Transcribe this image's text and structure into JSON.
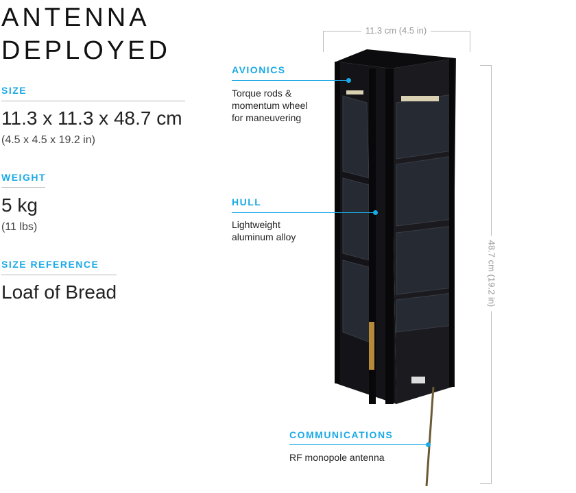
{
  "title": {
    "line1": "ANTENNA",
    "line2": "DEPLOYED"
  },
  "specs": {
    "size": {
      "label": "SIZE",
      "value": "11.3 x 11.3 x 48.7 cm",
      "sub": "(4.5 x 4.5 x 19.2 in)"
    },
    "weight": {
      "label": "WEIGHT",
      "value": "5 kg",
      "sub": "(11 lbs)"
    },
    "reference": {
      "label": "SIZE REFERENCE",
      "value": "Loaf of Bread"
    }
  },
  "callouts": {
    "avionics": {
      "label": "AVIONICS",
      "lines": [
        "Torque rods &",
        "momentum wheel",
        "for maneuvering"
      ]
    },
    "hull": {
      "label": "HULL",
      "lines": [
        "Lightweight",
        "aluminum alloy"
      ]
    },
    "communications": {
      "label": "COMMUNICATIONS",
      "lines": [
        "RF monopole antenna"
      ]
    }
  },
  "dimensions": {
    "width": "11.3 cm (4.5 in)",
    "height": "48.7 cm (19.2 in)"
  },
  "colors": {
    "accent": "#1aa9e6",
    "panel": "#1c1d22",
    "frame": "#0e0e10"
  }
}
